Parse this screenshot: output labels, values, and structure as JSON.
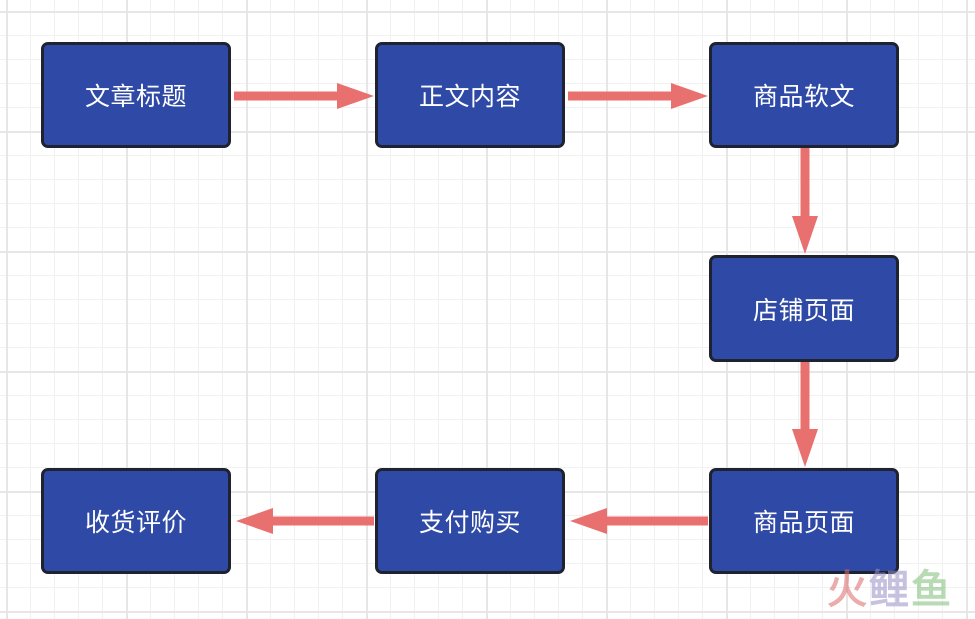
{
  "diagram": {
    "nodes": [
      {
        "id": "n1",
        "label": "文章标题"
      },
      {
        "id": "n2",
        "label": "正文内容"
      },
      {
        "id": "n3",
        "label": "商品软文"
      },
      {
        "id": "n4",
        "label": "店铺页面"
      },
      {
        "id": "n5",
        "label": "商品页面"
      },
      {
        "id": "n6",
        "label": "支付购买"
      },
      {
        "id": "n7",
        "label": "收货评价"
      }
    ],
    "edges": [
      {
        "from": "n1",
        "to": "n2"
      },
      {
        "from": "n2",
        "to": "n3"
      },
      {
        "from": "n3",
        "to": "n4"
      },
      {
        "from": "n4",
        "to": "n5"
      },
      {
        "from": "n5",
        "to": "n6"
      },
      {
        "from": "n6",
        "to": "n7"
      }
    ],
    "colors": {
      "node_fill": "#2f4aa6",
      "node_border": "#1f2330",
      "arrow": "#e8706f",
      "grid": "#e6e6e6"
    }
  },
  "watermark": {
    "c1": "火",
    "c2": "鲤",
    "c3": "鱼"
  }
}
